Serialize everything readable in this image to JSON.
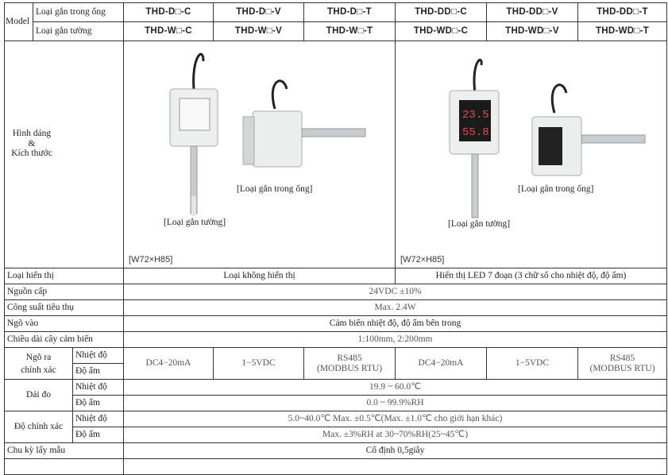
{
  "model": {
    "label": "Model",
    "duct_label": "Loại gắn trong ống",
    "wall_label": "Loại gắn tường",
    "duct_codes": [
      "THD-D□-C",
      "THD-D□-V",
      "THD-D□-T",
      "THD-DD□-C",
      "THD-DD□-V",
      "THD-DD□-T"
    ],
    "wall_codes": [
      "THD-W□-C",
      "THD-W□-V",
      "THD-W□-T",
      "THD-WD□-C",
      "THD-WD□-V",
      "THD-WD□-T"
    ]
  },
  "shape": {
    "label_1": "Hình dáng",
    "label_2": "&",
    "label_3": "Kích thước",
    "left": {
      "duct_caption": "[Loại gắn trong ống]",
      "wall_caption": "[Loại gắn tường]",
      "dimension": "[W72×H85]"
    },
    "right": {
      "duct_caption": "[Loại gắn trong ống]",
      "wall_caption": "[Loại gắn tường]",
      "dimension": "[W72×H85]",
      "display_temp": "23.5",
      "display_hum": "55.8"
    }
  },
  "rows": {
    "display": {
      "label": "Loại hiển thị",
      "left": "Loại không hiển thị",
      "right": "Hiển thị LED 7 đoạn (3 chữ số cho nhiệt độ, độ ẩm)"
    },
    "power": {
      "label": "Nguồn cấp",
      "value": "24VDC ±10%"
    },
    "consumption": {
      "label": "Công suất tiêu thụ",
      "value": "Max. 2.4W"
    },
    "input": {
      "label": "Ngõ vào",
      "value": "Cảm biến nhiệt độ, độ ẩm bên trong"
    },
    "probe": {
      "label": "Chiều dài cây cảm biến",
      "value": "1:100mm, 2:200mm"
    },
    "output": {
      "label_1": "Ngõ ra",
      "label_2": "chính xác",
      "sub_temp": "Nhiệt độ",
      "sub_hum": "Độ ẩm",
      "values": [
        "DC4−20mA",
        "1−5VDC",
        "RS485",
        "(MODBUS RTU)",
        "DC4−20mA",
        "1−5VDC",
        "RS485",
        "(MODBUS RTU)"
      ]
    },
    "range": {
      "label": "Dải đo",
      "sub_temp": "Nhiệt độ",
      "sub_hum": "Độ ẩm",
      "temp": "19.9 ~ 60.0℃",
      "hum": "0.0 ~ 99.9%RH"
    },
    "accuracy": {
      "label": "Độ chính xác",
      "sub_temp": "Nhiệt độ",
      "sub_hum": "Độ ẩm",
      "temp": "5.0~40.0℃ Max. ±0.5℃(Max. ±1.0℃ cho giới hạn khác)",
      "hum": "Max. ±3%RH at 30~70%RH(25~45℃)"
    },
    "sampling": {
      "label": "Chu kỳ lấy mẫu",
      "value": "Cố định 0,5giây"
    }
  }
}
